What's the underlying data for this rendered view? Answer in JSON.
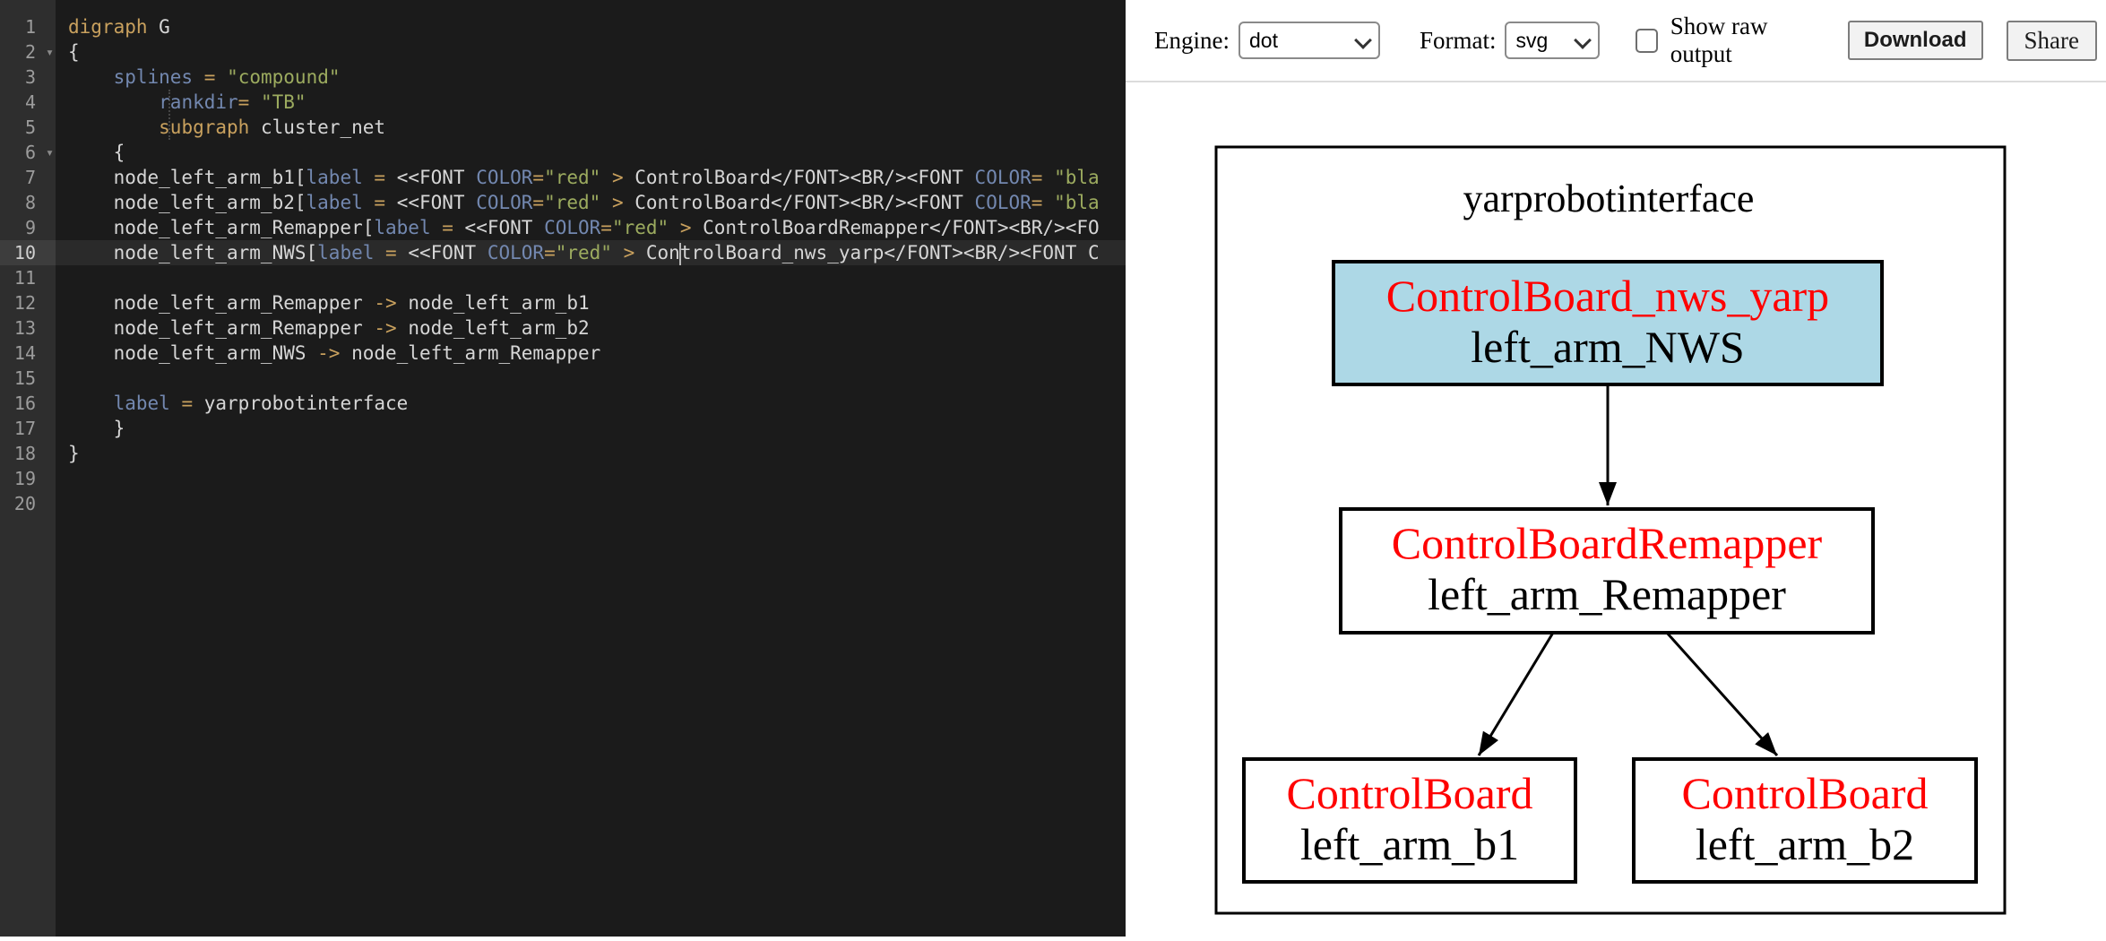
{
  "editor": {
    "active_line": 10,
    "fold_lines": [
      2,
      6
    ],
    "colors": {
      "background": "#1b1b1b",
      "gutter": "#2e2e2e",
      "active_row": "#2a2a2a",
      "keyword": "#c9a15e",
      "attribute": "#7388b0",
      "string": "#9cab5f",
      "operator": "#c9a15e",
      "plain": "#d6d6d6"
    },
    "lines": [
      {
        "n": "1",
        "segs": [
          [
            "k",
            "digraph"
          ],
          [
            "t",
            " G"
          ]
        ]
      },
      {
        "n": "2",
        "segs": [
          [
            "t",
            "{"
          ]
        ]
      },
      {
        "n": "3",
        "segs": [
          [
            "t",
            "    "
          ],
          [
            "a",
            "splines"
          ],
          [
            "t",
            " "
          ],
          [
            "o",
            "="
          ],
          [
            "t",
            " "
          ],
          [
            "s",
            "\"compound\""
          ]
        ]
      },
      {
        "n": "4",
        "segs": [
          [
            "t",
            "        "
          ],
          [
            "a",
            "rankdir"
          ],
          [
            "o",
            "="
          ],
          [
            "t",
            " "
          ],
          [
            "s",
            "\"TB\""
          ]
        ]
      },
      {
        "n": "5",
        "segs": [
          [
            "t",
            "        "
          ],
          [
            "k",
            "subgraph"
          ],
          [
            "t",
            " cluster_net"
          ]
        ]
      },
      {
        "n": "6",
        "segs": [
          [
            "t",
            "    {"
          ]
        ]
      },
      {
        "n": "7",
        "segs": [
          [
            "t",
            "    node_left_arm_b1["
          ],
          [
            "a",
            "label"
          ],
          [
            "t",
            " "
          ],
          [
            "o",
            "="
          ],
          [
            "t",
            " <<FONT "
          ],
          [
            "a",
            "COLOR"
          ],
          [
            "o",
            "="
          ],
          [
            "s",
            "\"red\""
          ],
          [
            "t",
            " "
          ],
          [
            "o",
            ">"
          ],
          [
            "t",
            " ControlBoard</FONT><BR/><FONT "
          ],
          [
            "a",
            "COLOR"
          ],
          [
            "o",
            "="
          ],
          [
            "t",
            " "
          ],
          [
            "s",
            "\"bla"
          ]
        ]
      },
      {
        "n": "8",
        "segs": [
          [
            "t",
            "    node_left_arm_b2["
          ],
          [
            "a",
            "label"
          ],
          [
            "t",
            " "
          ],
          [
            "o",
            "="
          ],
          [
            "t",
            " <<FONT "
          ],
          [
            "a",
            "COLOR"
          ],
          [
            "o",
            "="
          ],
          [
            "s",
            "\"red\""
          ],
          [
            "t",
            " "
          ],
          [
            "o",
            ">"
          ],
          [
            "t",
            " ControlBoard</FONT><BR/><FONT "
          ],
          [
            "a",
            "COLOR"
          ],
          [
            "o",
            "="
          ],
          [
            "t",
            " "
          ],
          [
            "s",
            "\"bla"
          ]
        ]
      },
      {
        "n": "9",
        "segs": [
          [
            "t",
            "    node_left_arm_Remapper["
          ],
          [
            "a",
            "label"
          ],
          [
            "t",
            " "
          ],
          [
            "o",
            "="
          ],
          [
            "t",
            " <<FONT "
          ],
          [
            "a",
            "COLOR"
          ],
          [
            "o",
            "="
          ],
          [
            "s",
            "\"red\""
          ],
          [
            "t",
            " "
          ],
          [
            "o",
            ">"
          ],
          [
            "t",
            " ControlBoardRemapper</FONT><BR/><FO"
          ]
        ]
      },
      {
        "n": "10",
        "segs": [
          [
            "t",
            "    node_left_arm_NWS["
          ],
          [
            "a",
            "label"
          ],
          [
            "t",
            " "
          ],
          [
            "o",
            "="
          ],
          [
            "t",
            " <<FONT "
          ],
          [
            "a",
            "COLOR"
          ],
          [
            "o",
            "="
          ],
          [
            "s",
            "\"red\""
          ],
          [
            "t",
            " "
          ],
          [
            "o",
            ">"
          ],
          [
            "t",
            " Con"
          ],
          [
            "cursor",
            ""
          ],
          [
            "t",
            "trolBoard_nws_yarp</FONT><BR/><FONT C"
          ]
        ]
      },
      {
        "n": "11",
        "segs": []
      },
      {
        "n": "12",
        "segs": [
          [
            "t",
            "    node_left_arm_Remapper "
          ],
          [
            "o",
            "->"
          ],
          [
            "t",
            " node_left_arm_b1"
          ]
        ]
      },
      {
        "n": "13",
        "segs": [
          [
            "t",
            "    node_left_arm_Remapper "
          ],
          [
            "o",
            "->"
          ],
          [
            "t",
            " node_left_arm_b2"
          ]
        ]
      },
      {
        "n": "14",
        "segs": [
          [
            "t",
            "    node_left_arm_NWS "
          ],
          [
            "o",
            "->"
          ],
          [
            "t",
            " node_left_arm_Remapper"
          ]
        ]
      },
      {
        "n": "15",
        "segs": []
      },
      {
        "n": "16",
        "segs": [
          [
            "t",
            "    "
          ],
          [
            "a",
            "label"
          ],
          [
            "t",
            " "
          ],
          [
            "o",
            "="
          ],
          [
            "t",
            " yarprobotinterface"
          ]
        ]
      },
      {
        "n": "17",
        "segs": [
          [
            "t",
            "    }"
          ]
        ]
      },
      {
        "n": "18",
        "segs": [
          [
            "t",
            "}"
          ]
        ]
      },
      {
        "n": "19",
        "segs": []
      },
      {
        "n": "20",
        "segs": []
      }
    ]
  },
  "toolbar": {
    "engine_label": "Engine:",
    "engine_value": "dot",
    "format_label": "Format:",
    "format_value": "svg",
    "raw_label": "Show raw output",
    "raw_checked": false,
    "download_label": "Download",
    "share_label": "Share"
  },
  "graph": {
    "cluster_label": "yarprobotinterface",
    "nodes": [
      {
        "id": "left_arm_NWS",
        "line1": "ControlBoard_nws_yarp",
        "line2": "left_arm_NWS",
        "fill": "#add8e6",
        "line1_color": "#ff0000",
        "line2_color": "#000000"
      },
      {
        "id": "left_arm_Remapper",
        "line1": "ControlBoardRemapper",
        "line2": "left_arm_Remapper",
        "fill": "#ffffff",
        "line1_color": "#ff0000",
        "line2_color": "#000000"
      },
      {
        "id": "left_arm_b1",
        "line1": "ControlBoard",
        "line2": "left_arm_b1",
        "fill": "#ffffff",
        "line1_color": "#ff0000",
        "line2_color": "#000000"
      },
      {
        "id": "left_arm_b2",
        "line1": "ControlBoard",
        "line2": "left_arm_b2",
        "fill": "#ffffff",
        "line1_color": "#ff0000",
        "line2_color": "#000000"
      }
    ],
    "edges": [
      {
        "from": "left_arm_NWS",
        "to": "left_arm_Remapper"
      },
      {
        "from": "left_arm_Remapper",
        "to": "left_arm_b1"
      },
      {
        "from": "left_arm_Remapper",
        "to": "left_arm_b2"
      }
    ]
  }
}
